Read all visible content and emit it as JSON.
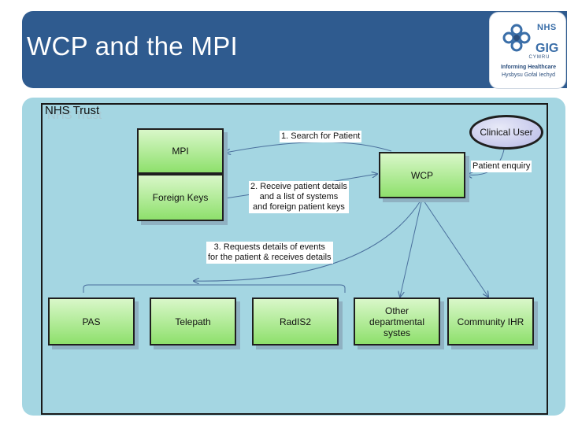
{
  "header": {
    "title": "WCP and the MPI",
    "logo_line1": "NHS",
    "logo_line2": "GIG",
    "logo_line3": "CYMRU",
    "logo_line4": "Informing Healthcare",
    "logo_line5": "Hysbysu Gofal Iechyd"
  },
  "diagram": {
    "trust_label": "NHS Trust",
    "nodes": {
      "mpi": "MPI",
      "foreign_keys": "Foreign Keys",
      "wcp": "WCP",
      "clinical_user": "Clinical User",
      "pas": "PAS",
      "telepath": "Telepath",
      "radis2": "RadIS2",
      "other_line1": "Other",
      "other_line2": "departmental",
      "other_line3": "systes",
      "community_ihr": "Community IHR"
    },
    "labels": {
      "search": "1. Search for Patient",
      "patient_enquiry": "Patient enquiry",
      "receive_line1": "2. Receive patient details",
      "receive_line2": "and a  list of systems",
      "receive_line3": "and foreign patient keys",
      "requests_line1": "3. Requests details of events",
      "requests_line2": "for the patient & receives details"
    }
  }
}
